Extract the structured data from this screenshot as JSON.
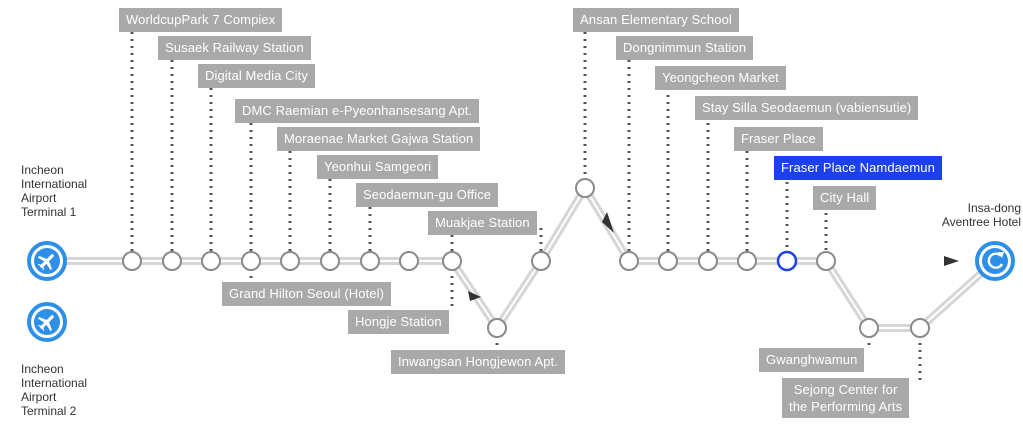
{
  "terminals": {
    "t1": [
      "Incheon",
      "International",
      "Airport",
      "Terminal 1"
    ],
    "t2": [
      "Incheon",
      "International",
      "Airport",
      "Terminal 2"
    ],
    "end": [
      "Insa-dong",
      "Aventree Hotel"
    ]
  },
  "stops": {
    "worldcup": "WorldcupPark 7 Compiex",
    "susaek": "Susaek Railway Station",
    "dmc": "Digital Media City",
    "dmc_raemian": "DMC Raemian e-Pyeonhansesang Apt.",
    "moraenae": "Moraenae Market Gajwa Station",
    "yeonhui": "Yeonhui Samgeori",
    "seodaemun_office": "Seodaemun-gu Office",
    "grand_hilton": "Grand Hilton Seoul (Hotel)",
    "hongje": "Hongje Station",
    "muakjae": "Muakjae Station",
    "inwangsan": "Inwangsan Hongjewon Apt.",
    "ansan": "Ansan Elementary School",
    "dongnimmun": "Dongnimmun Station",
    "yeongcheon": "Yeongcheon Market",
    "stay_silla": "Stay Silla Seodaemun (vabiensutie)",
    "fraser": "Fraser Place",
    "fraser_namdaemun": "Fraser Place Namdaemun",
    "city_hall": "City Hall",
    "gwanghwamun": "Gwanghwamun",
    "sejong": [
      "Sejong Center for",
      "the Performing Arts"
    ]
  },
  "colors": {
    "route": "#d6d6d6",
    "label_bg": "#a9a9a9",
    "active": "#1c3ff0",
    "terminal_icon": "#2e8fe8",
    "arrow": "#333333"
  },
  "icons": {
    "t1": "airplane-icon",
    "t2": "airplane-icon",
    "end": "loop-arrow-icon"
  }
}
